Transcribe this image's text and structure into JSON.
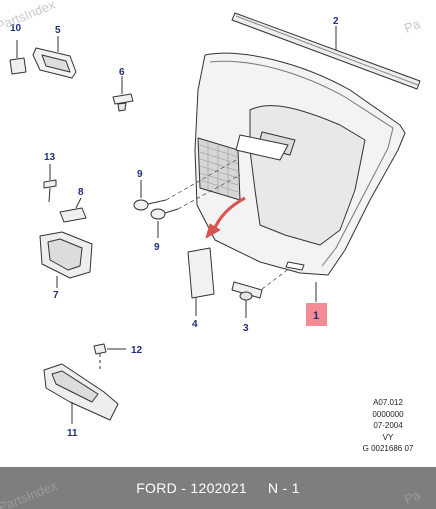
{
  "diagram": {
    "callouts": [
      "10",
      "5",
      "6",
      "13",
      "8",
      "7",
      "9",
      "9",
      "4",
      "3",
      "1",
      "2",
      "12",
      "11"
    ]
  },
  "reference": {
    "line1": "A07.012",
    "line2": "0000000",
    "line3": "07-2004",
    "line4": "VY",
    "line5": "G 0021686 07"
  },
  "watermark": {
    "text": "PartsIndex",
    "short": "Pa"
  },
  "footer": {
    "text": "FORD - 1202021     N - 1"
  },
  "colors": {
    "callout": "#1f2f7a",
    "highlight": "#f28b93",
    "arrow": "#d9534f",
    "footer_bg": "#7e7e7e"
  }
}
